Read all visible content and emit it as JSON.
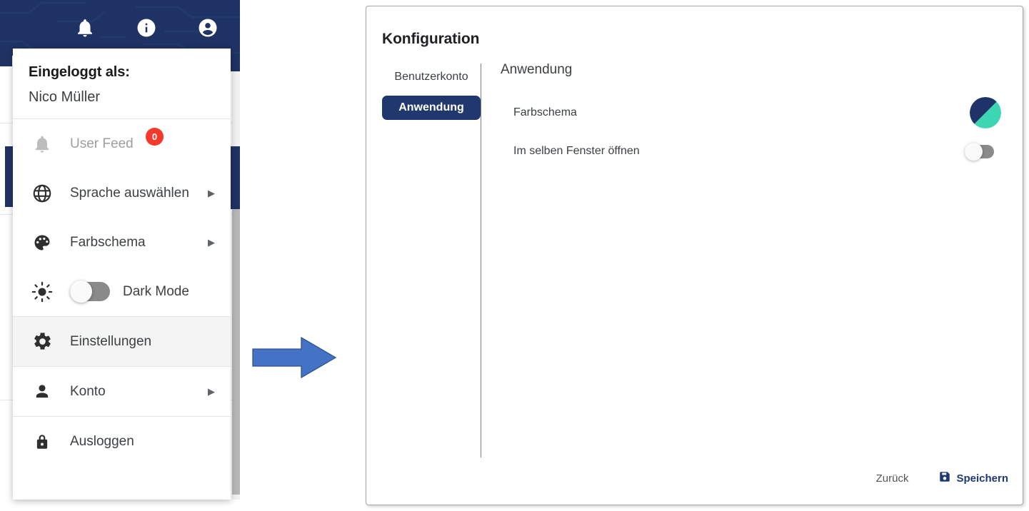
{
  "left_panel": {
    "topbar": {
      "icons": [
        "bell-icon",
        "info-icon",
        "account-circle-icon"
      ]
    },
    "user_menu": {
      "logged_in_label": "Eingeloggt als:",
      "user_name": "Nico Müller",
      "items": [
        {
          "id": "user-feed",
          "icon": "bell-icon",
          "label": "User Feed",
          "badge": "0",
          "disabled": true,
          "chevron": false,
          "toggle": null,
          "highlight": false
        },
        {
          "id": "language",
          "icon": "globe-icon",
          "label": "Sprache auswählen",
          "badge": null,
          "disabled": false,
          "chevron": true,
          "toggle": null,
          "highlight": false
        },
        {
          "id": "colorscheme",
          "icon": "palette-icon",
          "label": "Farbschema",
          "badge": null,
          "disabled": false,
          "chevron": true,
          "toggle": null,
          "highlight": false
        },
        {
          "id": "dark-mode",
          "icon": "sun-icon",
          "label": "Dark Mode",
          "badge": null,
          "disabled": false,
          "chevron": false,
          "toggle": "off",
          "highlight": false
        },
        {
          "id": "settings",
          "icon": "gear-icon",
          "label": "Einstellungen",
          "badge": null,
          "disabled": false,
          "chevron": false,
          "toggle": null,
          "highlight": true
        },
        {
          "id": "account",
          "icon": "person-icon",
          "label": "Konto",
          "badge": null,
          "disabled": false,
          "chevron": true,
          "toggle": null,
          "highlight": false
        },
        {
          "id": "logout",
          "icon": "lock-icon",
          "label": "Ausloggen",
          "badge": null,
          "disabled": false,
          "chevron": false,
          "toggle": null,
          "highlight": false
        }
      ]
    }
  },
  "arrow": {
    "name": "flow-arrow-right",
    "color": "#4472C4",
    "border": "#2F528F"
  },
  "right_panel": {
    "title": "Konfiguration",
    "tabs": [
      {
        "id": "benutzerkonto",
        "label": "Benutzerkonto",
        "active": false
      },
      {
        "id": "anwendung",
        "label": "Anwendung",
        "active": true
      }
    ],
    "pane_title": "Anwendung",
    "settings": [
      {
        "id": "farbschema",
        "label": "Farbschema",
        "control": "color-swatch"
      },
      {
        "id": "same-window",
        "label": "Im selben Fenster öffnen",
        "control": "toggle",
        "state": "off"
      }
    ],
    "color_swatch": {
      "primary": "#1F3368",
      "secondary": "#3CD6B2"
    },
    "footer": {
      "back_label": "Zurück",
      "save_label": "Speichern",
      "save_icon": "save-floppy-icon"
    }
  },
  "colors": {
    "navy": "#1e3264",
    "tab_active": "#21386e",
    "badge_red": "#f5392c",
    "save_blue": "#1e3a74"
  }
}
